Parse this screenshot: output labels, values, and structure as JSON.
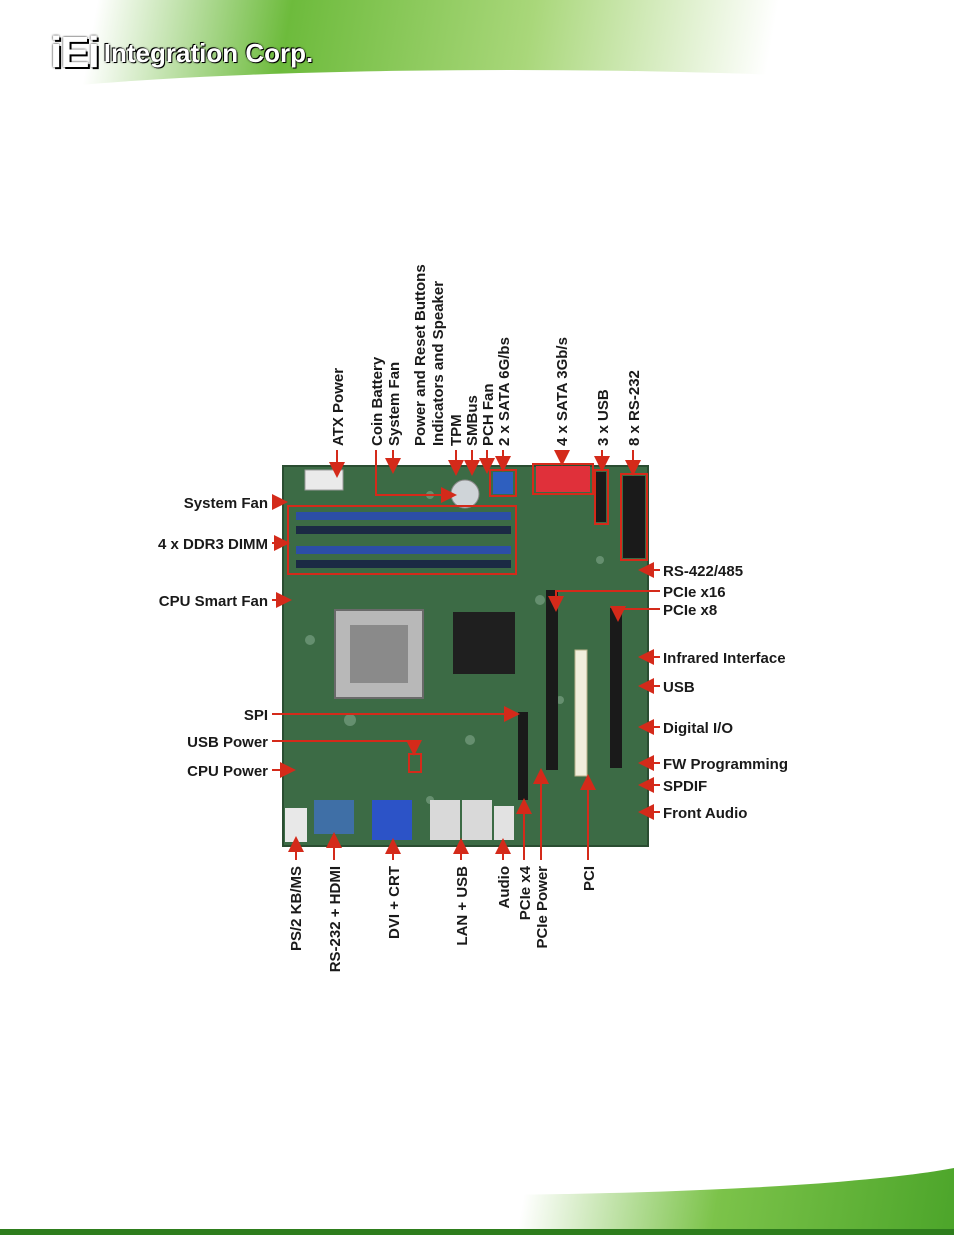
{
  "header": {
    "logo_mark": "iEi",
    "logo_text": "Integration Corp."
  },
  "colors": {
    "arrow": "#d42a1a",
    "board": "#3c6b45",
    "dimm": "#2c4ea6",
    "sata": "#e0303a"
  },
  "labels": {
    "top": [
      "ATX Power",
      "Coin Battery",
      "System Fan",
      "Power and Reset Buttons",
      "Indicators and Speaker",
      "TPM",
      "SMBus",
      "PCH Fan",
      "2 x SATA 6G/bs",
      "4 x SATA 3Gb/s",
      "3 x USB",
      "8 x RS-232"
    ],
    "left": [
      "System Fan",
      "4 x DDR3 DIMM",
      "CPU Smart Fan",
      "SPI",
      "USB Power",
      "CPU Power"
    ],
    "right": [
      "RS-422/485",
      "PCIe x16",
      "PCIe x8",
      "Infrared Interface",
      "USB",
      "Digital I/O",
      "FW Programming",
      "SPDIF",
      "Front Audio"
    ],
    "bottom": [
      "PS/2 KB/MS",
      "RS-232 + HDMI",
      "DVI + CRT",
      "LAN + USB",
      "Audio",
      "PCIe x4",
      "PCIe Power",
      "PCI"
    ]
  }
}
